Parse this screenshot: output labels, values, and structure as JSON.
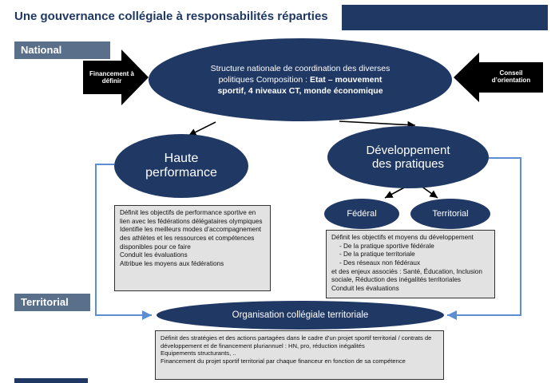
{
  "title": "Une gouvernance collégiale à responsabilités réparties",
  "bands": {
    "national": "National",
    "territorial": "Territorial"
  },
  "arrows": {
    "left": "Financement à définir",
    "right": "Conseil d’orientation"
  },
  "nodes": {
    "national_structure": {
      "line1": "Structure nationale de coordination des diverses",
      "line2a": "politiques  Composition : ",
      "line2b": "Etat – mouvement",
      "line3": "sportif, 4 niveaux CT, monde économique"
    },
    "haute_performance": {
      "line1": "Haute",
      "line2": "performance"
    },
    "developpement": {
      "line1": "Développement",
      "line2": "des pratiques"
    },
    "federal": "Fédéral",
    "territorial": "Territorial",
    "organisation": "Organisation collégiale territoriale"
  },
  "boxes": {
    "hp": [
      "Définit  les objectifs de performance sportive en lien avec les fédérations délégataires olympiques",
      "Identifie les  meilleurs modes d’accompagnement des athlètes et les ressources et compétences disponibles pour ce faire",
      "Conduit les évaluations",
      "Attribue les moyens aux fédérations"
    ],
    "dev": {
      "intro": "Définit les objectifs et  moyens du développement",
      "items": [
        "De la pratique sportive fédérale",
        "De la pratique territoriale",
        "Des réseaux non fédéraux"
      ],
      "outro": "et des enjeux associés : Santé, Éducation, Inclusion sociale, Réduction des inégalités territoriales",
      "last": "Conduit les évaluations"
    },
    "org": [
      "Définit des stratégies et des actions partagées dans le cadre d’un projet sportif territorial / contrats de développement et de financement pluriannuel :  HN, pro, réduction inégalités",
      "Equipements structurants, ..",
      "Financement du projet sportif  territorial par  chaque financeur en fonction de sa compétence"
    ]
  },
  "colors": {
    "navy": "#1f3864",
    "band": "#5a6f8a",
    "box": "#e2e2e2",
    "connector": "#5b8fd1"
  }
}
